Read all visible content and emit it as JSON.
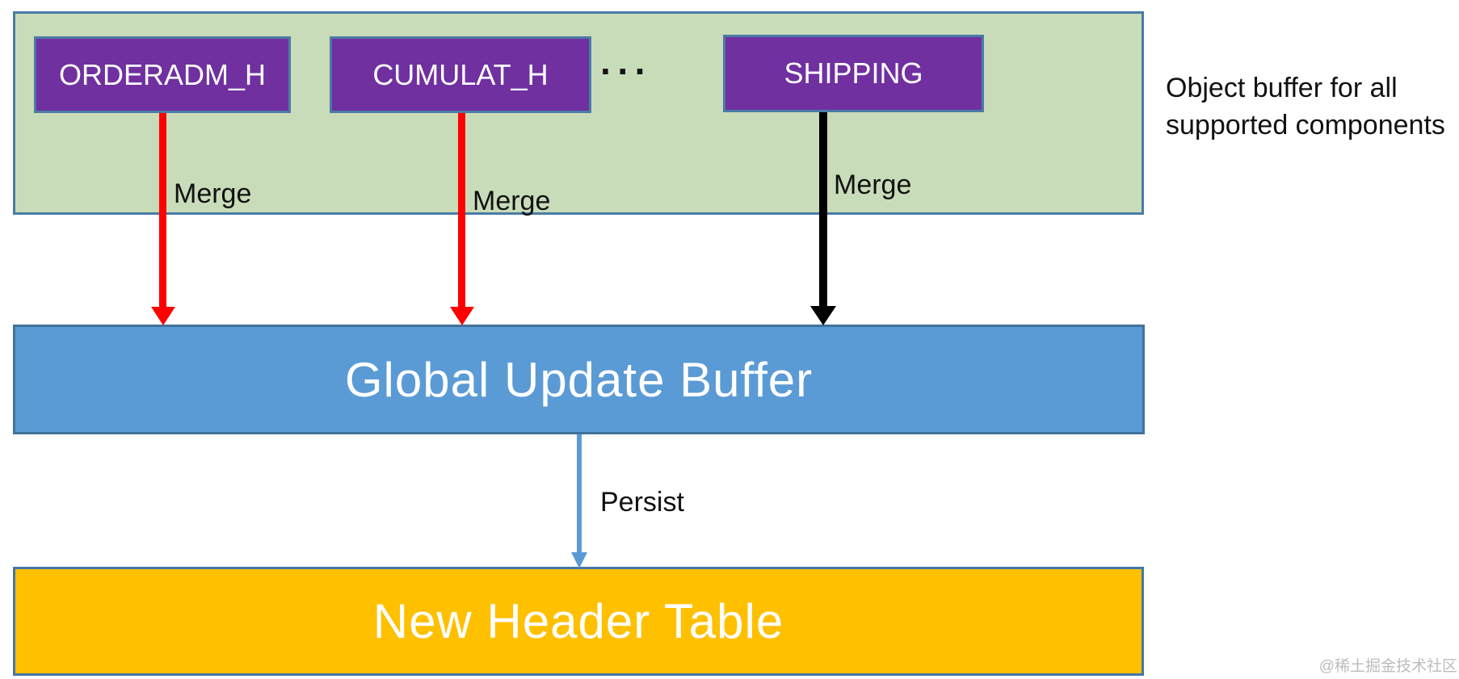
{
  "diagram": {
    "component_boxes": [
      {
        "label": "ORDERADM_H"
      },
      {
        "label": "CUMULAT_H"
      },
      {
        "label": "SHIPPING"
      }
    ],
    "ellipsis": "···",
    "arrows": [
      {
        "label": "Merge",
        "color": "#fe0000",
        "from": "ORDERADM_H",
        "to": "Global Update Buffer"
      },
      {
        "label": "Merge",
        "color": "#fe0000",
        "from": "CUMULAT_H",
        "to": "Global Update Buffer"
      },
      {
        "label": "Merge",
        "color": "#000000",
        "from": "SHIPPING",
        "to": "Global Update Buffer"
      },
      {
        "label": "Persist",
        "color": "#5b9bd5",
        "from": "Global Update Buffer",
        "to": "New Header Table"
      }
    ],
    "global_update_buffer": {
      "label": "Global Update Buffer"
    },
    "new_header_table": {
      "label": "New Header Table"
    },
    "annotation": {
      "line1": "Object buffer for all",
      "line2": "supported components"
    },
    "colors": {
      "container_fill": "#c9dcb9",
      "component_fill": "#7030a0",
      "buffer_fill": "#5b9bd5",
      "table_fill": "#ffc000",
      "box_border": "#41719c",
      "merge_arrow_red": "#fe0000",
      "merge_arrow_black": "#000000",
      "persist_arrow": "#5b9bd5",
      "text_on_boxes": "#ffffff",
      "label_text": "#111111"
    }
  },
  "watermark": {
    "text": "@稀土掘金技术社区"
  }
}
